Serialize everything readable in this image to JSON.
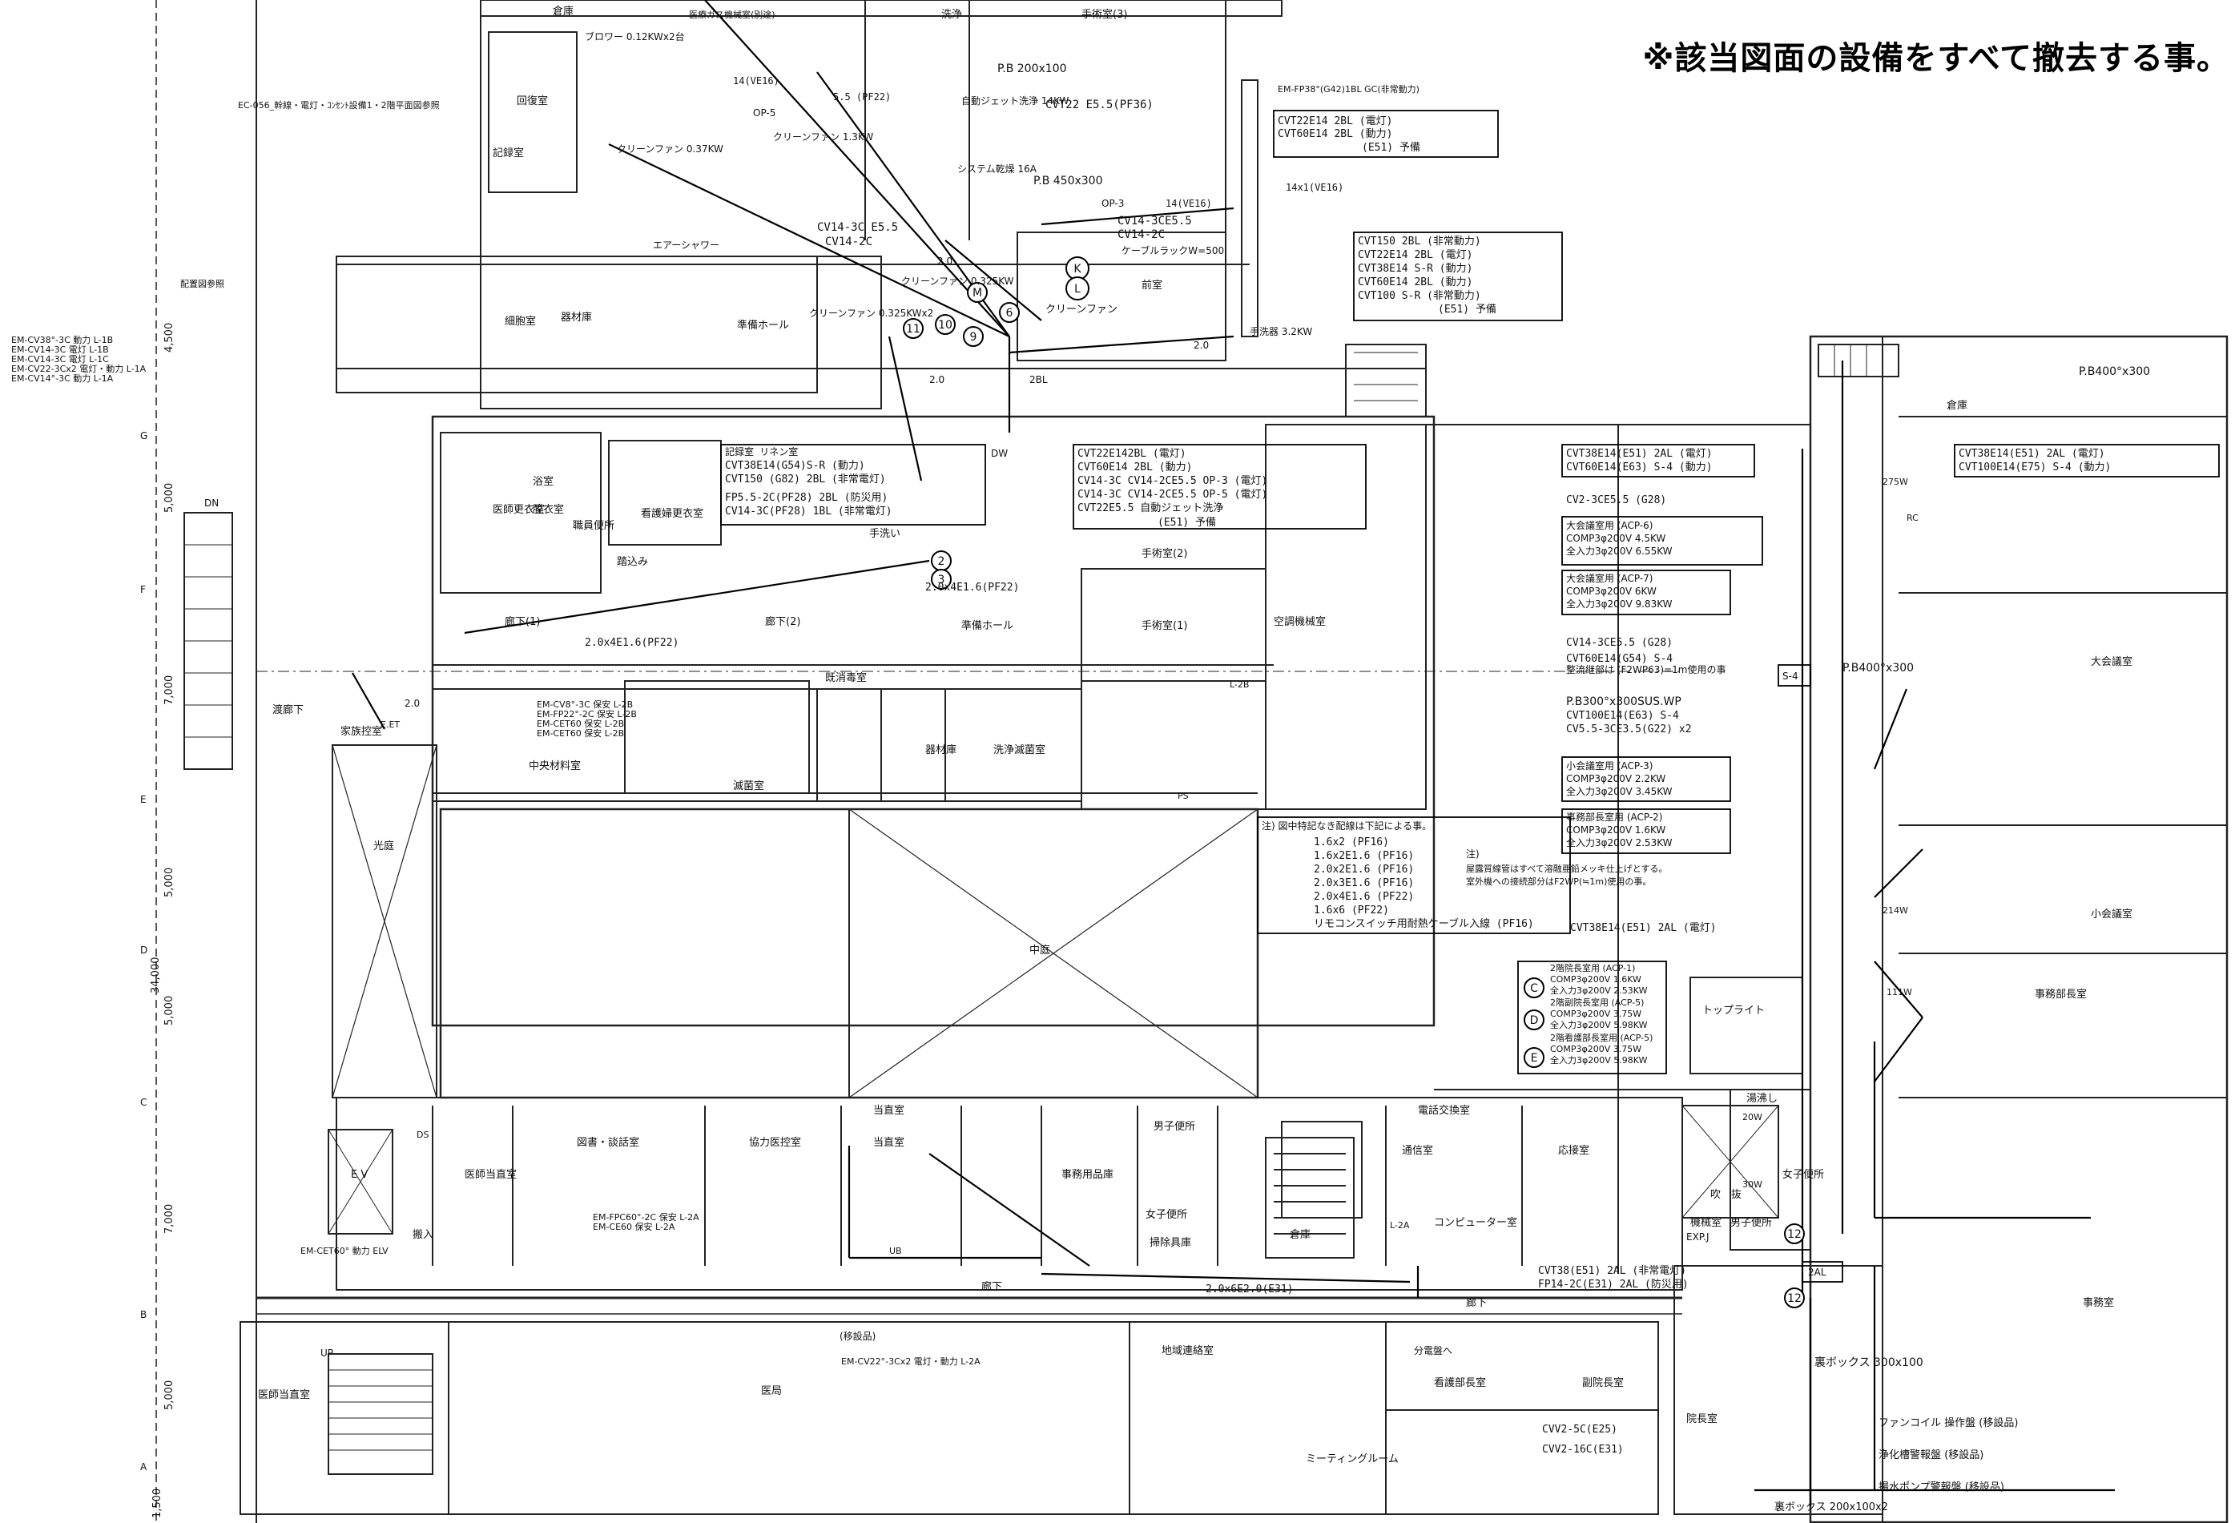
{
  "notice": "※該当図面の設備をすべて撤去する事。",
  "references": {
    "ec056": "EC-056_幹線・電灯・ｺﾝｾﾝﾄ設備1・2階平面図参照",
    "wiring_ref": "配置図参照",
    "em_fp38": "EM-FP38°(G42)1BL GC(非常動力)",
    "elv": "EM-CET60° 動力 ELV"
  },
  "em_cables_left": [
    "EM-CV38°-3C 動力 L-1B",
    "EM-CV14-3C 電灯 L-1B",
    "EM-CV14-3C 電灯 L-1C",
    "EM-CV22-3Cx2 電灯・動力 L-1A",
    "EM-CV14°-3C 動力 L-1A"
  ],
  "em_cables_mid": [
    "EM-CV8°-3C 保安 L-2B",
    "EM-FP22°-2C 保安 L-2B",
    "EM-CET60 保安 L-2B",
    "EM-CET60 保安 L-2B"
  ],
  "em_cables_bottom": [
    "EM-FPC60°-2C 保安 L-2A",
    "EM-CE60 保安 L-2A"
  ],
  "em_cable_pharmacy": "EM-CV22°-3Cx2 電灯・動力 L-2A",
  "rooms": {
    "jouro": "倉庫",
    "gas": "医療ガス機械室(別途)",
    "wash": "洗浄",
    "or3": "手術室(3)",
    "kaifuku": "回復室",
    "kiroku": "記録室",
    "saibou": "細胞室",
    "kizai": "器材庫",
    "junbi": "準備ホール",
    "zen": "前室",
    "ishi_koui": "医師更衣室",
    "yoku": "浴室",
    "datsui": "脱衣室",
    "shokuin": "職員便所",
    "kango_koui": "看護婦更衣室",
    "hakobi": "踏込み",
    "or2": "手術室(2)",
    "tearai": "手洗い",
    "roka1": "廊下(1)",
    "roka2": "廊下(2)",
    "junbi2": "準備ホール",
    "or1": "手術室(1)",
    "kucho": "空調機械室",
    "kazoku": "家族控室",
    "watari": "渡廊下",
    "chuo": "中央材料室",
    "kizai2": "器材庫",
    "senjo": "洗浄滅菌室",
    "mekkin": "滅菌室",
    "haiki": "既消毒室",
    "koutei": "光庭",
    "nakaniwa": "中庭",
    "ishi_touchoku": "医師当直室",
    "tosho": "図書・談話室",
    "kyoryoku": "協力医控室",
    "touchoku1": "当直室",
    "touchoku2": "当直室",
    "jimu_youhin": "事務用品庫",
    "danshi": "男子便所",
    "joshi": "女子便所",
    "soji": "掃除具庫",
    "souko2": "倉庫",
    "denwa": "電話交換室",
    "tsuushin": "通信室",
    "oushin": "応接室",
    "computer": "コンピューター室",
    "hannyu": "搬入",
    "ev": "E V",
    "roka": "廊下",
    "roka3": "廊下",
    "ishi_touchoku2": "医師当直室",
    "iyaku": "医局",
    "chiiki": "地域連絡室",
    "kango_buchou": "看護部長室",
    "fuku_in": "副院長室",
    "in_chou": "院長室",
    "meeting": "ミーティングルーム",
    "souko3": "倉庫",
    "daikaigi": "大会議室",
    "shokaigi": "小会議室",
    "jimubu": "事務部長室",
    "jimu": "事務室",
    "toplight": "トップライト",
    "yutou": "湯沸し",
    "fuki": "吹　抜",
    "joshi2": "女子便所",
    "danshi2": "男子便所",
    "kakiki": "機械室",
    "clean_fan": "クリーンファン"
  },
  "equipment_labels": {
    "blower": "ブロワー 0.12KWx2台",
    "clean_fan1": "クリーンファン 0.37KW",
    "clean_fan2": "クリーンファン 1.3KW",
    "clean_fan3": "クリーンファン 0.325KW",
    "clean_fan4": "クリーンファン 0.325KWx2",
    "air_shower": "エアーシャワー",
    "auto_jet": "自動ジェット洗浄 14KW",
    "system_panel": "システム乾燥 16A",
    "pb1": "P.B 200x100",
    "pb2": "P.B 450x300",
    "hand_wash": "手洗器 3.2KW",
    "pb3": "P.B400°x300",
    "pb4": "P.B400°x300",
    "pb5": "P.B300°x300SUS.WP",
    "cable_rack": "ケーブルラックW=500",
    "uracheck": "裏ボックス 300x100",
    "fancoil": "ファンコイル 操作盤 (移設品)",
    "purifier": "浄化槽警報盤 (移設品)",
    "pump": "揚水ポンプ警報盤 (移設品)",
    "ura2": "裏ボックス 200x100x2",
    "bunden": "分電盤へ",
    "ishetsu": "(移設品)"
  },
  "cable_tables": {
    "t1": [
      "CVT22E14 2BL (電灯)",
      "CVT60E14 2BL (動力)",
      "(E51) 予備"
    ],
    "t2": [
      "CVT150 2BL (非常動力)",
      "CVT22E14 2BL (電灯)",
      "CVT38E14 S-R (動力)",
      "CVT60E14 2BL (動力)",
      "CVT100 S-R (非常動力)",
      "(E51) 予備"
    ],
    "t3": [
      "記録室 リネン室",
      "CVT38E14(G54)S-R (動力)",
      "CVT150 (G82) 2BL (非常電灯)",
      "FP5.5-2C(PF28) 2BL (防災用)",
      "CV14-3C(PF28) 1BL (非常電灯)"
    ],
    "t4": [
      "CVT22E142BL (電灯)",
      "CVT60E14 2BL (動力)",
      "CV14-3C CV14-2CE5.5 OP-3 (電灯)",
      "CV14-3C CV14-2CE5.5 OP-5 (電灯)",
      "CVT22E5.5 自動ジェット洗浄",
      "(E51) 予備"
    ],
    "t5": [
      "CVT38E14(E51) 2AL (電灯)",
      "CVT60E14(E63) S-4 (動力)"
    ],
    "t6": [
      "CVT38E14(E51) 2AL (電灯)",
      "CVT100E14(E75) S-4 (動力)"
    ],
    "t7": [
      "CVT38(E51) 2AL (非常電灯)",
      "FP14-2C(E31) 2AL (防災用)"
    ]
  },
  "acp": {
    "cv2": "CV2-3CE5.5 (G28)",
    "acp6": [
      "大会議室用 (ACP-6)",
      "COMP3φ200V 4.5KW",
      "全入力3φ200V 6.55KW"
    ],
    "acp7": [
      "大会議室用 (ACP-7)",
      "COMP3φ200V 6KW",
      "全入力3φ200V 9.83KW"
    ],
    "cv14_g28": "CV14-3CE5.5 (G28)",
    "cvt60_s4": "CVT60E14(G54) S-4",
    "seibi": "整流継部は (F2WP63)=1m使用の事",
    "s4": "S-4",
    "cvt100": "CVT100E14(E63) S-4",
    "cv55": "CV5.5-3CE3.5(G22) x2",
    "acp3": [
      "小会議室用 (ACP-3)",
      "COMP3φ200V 2.2KW",
      "全入力3φ200V 3.45KW"
    ],
    "acp2": [
      "事務部長室用 (ACP-2)",
      "COMP3φ200V 1.6KW",
      "全入力3φ200V 2.53KW"
    ],
    "cvt38_2al": "CVT38E14(E51) 2AL (電灯)",
    "acp1_5": [
      "2階院長室用 (ACP-1)",
      "COMP3φ200V 1.6KW",
      "全入力3φ200V 2.53KW",
      "2階副院長室用 (ACP-5)",
      "COMP3φ200V 3.75W",
      "全入力3φ200V 5.98KW",
      "2階看護部長室用 (ACP-5)",
      "COMP3φ200V 3.75W",
      "全入力3φ200V 5.98KW"
    ]
  },
  "legend": {
    "title": "注) 図中特記なき配線は下記による事。",
    "items": [
      "1.6x2 (PF16)",
      "1.6x2E1.6 (PF16)",
      "2.0x2E1.6 (PF16)",
      "2.0x3E1.6 (PF16)",
      "2.0x4E1.6 (PF22)",
      "1.6x6 (PF22)",
      "リモコンスイッチ用耐熱ケーブル入線 (PF16)"
    ],
    "note_title": "注)",
    "notes": [
      "屋露質線管はすべて溶融亜鉛メッキ仕上げとする。",
      "室外機への接続部分はF2WP(≒1m)使用の事。"
    ]
  },
  "wiring_texts": {
    "cvt22": "CVT22 E5.5(PF36)",
    "cv14": "CV14-3C E5.5",
    "cv14b": "CV14-2C",
    "cv14c": "CV14-3CE5.5",
    "cv14d": "CV14-2C",
    "w14": "14(VE16)",
    "w14b": "14(VE16)",
    "w14c": "14x1(VE16)",
    "pf22": "5.5 (PF22)",
    "op3": "OP-3",
    "op5": "OP-5",
    "w20a": "2.0",
    "w20b": "2.0",
    "w20c": "2.0",
    "w20d": "2.0",
    "w2bl": "2BL",
    "w204": "2.0x4E1.6(PF22)",
    "w204b": "2.0x4E1.6(PF22)",
    "w206": "2.0x6E2.0(E31)",
    "cvv5": "CVV2-5C(E25)",
    "cvv16": "CVV2-16C(E31)",
    "l2b": "L-2B",
    "l2a": "L-2A",
    "ps": "PS",
    "dw": "DW",
    "ds": "DS",
    "dn": "DN",
    "up": "UP",
    "w2al": "2AL",
    "expj": "EXP.J",
    "et": "E.ET",
    "rc": "RC",
    "ub": "UB",
    "w275": "275W",
    "w214": "214W",
    "w111": "111W",
    "w20w": "20W",
    "w30w": "30W"
  },
  "grid": {
    "rows": [
      "G",
      "F",
      "E",
      "D",
      "C",
      "B",
      "A"
    ],
    "dims": [
      "4,500",
      "5,000",
      "7,000",
      "5,000",
      "34,000",
      "5,000",
      "7,000",
      "5,000",
      "1,500"
    ]
  },
  "circles": [
    "K",
    "L",
    "M",
    "6",
    "9",
    "10",
    "11",
    "2",
    "3",
    "12",
    "E",
    "C",
    "D"
  ]
}
